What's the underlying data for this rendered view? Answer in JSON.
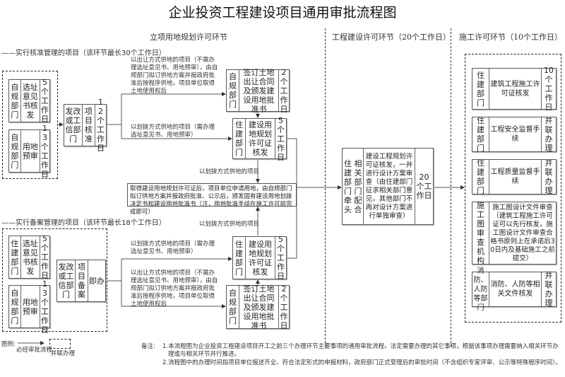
{
  "title": "企业投资工程建设项目通用审批流程图",
  "sections": {
    "s1": "立项用地规划许可环节",
    "s2": "工程建设许可环节（20个工作日）",
    "s3": "施工许可环节（10个工作日）"
  },
  "approval": {
    "heading": "——实行核准管理的项目（该环节最长30个工作日）",
    "b1": [
      "自规部门",
      "选址意见书核发",
      "5个工作日"
    ],
    "b2": [
      "自规部门",
      "用地预审",
      "13个工作日"
    ],
    "b3": [
      "发改或工信部门",
      "项目核准",
      "12个工作日"
    ],
    "t_transfer": "以出让方式供地的项目（不需办理选址意见书、用地预审），由自规部门拟订供地方案并报政府批准后按程序供地，项目单位取得土地使用权后",
    "t_alloc": "以划拨方式供地的项目（需办理选址意见书、用地预审）",
    "b4": [
      "自规部门",
      "签订土地出让合同及颁发建设用地批准书",
      "2个工作日"
    ],
    "b5": [
      "住建部门",
      "建设用地规划许可证核发",
      "5个工作日"
    ],
    "t_down": "以划拨方式供地的项目"
  },
  "center_box": "取得建设用地规划许可证后，项目单位申请用地，由自规部门拟订供地方案并报政府批准、公示后，颁发国有建设用地划拨决定书和建设用地批准书（注，用地批准手续在施工许可前完成即可）",
  "record": {
    "heading": "——实行备案管理的项目（该环节最长18个工作日）",
    "t_up": "以划拨方式供地的项目",
    "b1": [
      "住建部门",
      "选址意见书核发",
      "5个工作日"
    ],
    "b2": [
      "自规部门",
      "用地预审",
      "13个工作日"
    ],
    "b3": [
      "发改或工信部门",
      "项目备案",
      "即办"
    ],
    "t_alloc": "以划拨方式供地的项目（需办理选址意见书、用地预审）",
    "t_transfer": "以出让方式供地的项目（不需办理选址意见书、用地预审），由自规部门拟订供地方案并报政府批准后按程序供地，项目单位取得土地使用权后",
    "b5": [
      "住建部门",
      "建设用地规划许可证核发",
      "5个工作日"
    ],
    "b4": [
      "自规部门",
      "签订土地出让合同及颁发建设用地批准书",
      "2个工作日"
    ]
  },
  "engineering": {
    "lead": "住建部门牵头",
    "assist": "相关部门配合",
    "task": "建设工程规划许可证核发，一并进行设计方案审查（由住建部门征求相关部门意见，其他部门不再对设计方案进行单独审查）",
    "days": "20个工作日"
  },
  "construction": [
    [
      "住建部门",
      "建筑工程施工许可证核发",
      "10个工作日"
    ],
    [
      "住建部门",
      "工程安全监督手续",
      "并联办理"
    ],
    [
      "住建部门",
      "工程质量监督手续",
      "并联办理"
    ],
    [
      "施工图审查机构",
      "施工图设计文件审查（建筑工程施工许可证可以先行核发，施工图设计文件审查合格书原则上在承诺后30日内及基础施工之前提交）"
    ],
    [
      "消防、人防等部门",
      "消防、人防等相关文件核发",
      "并联办理"
    ]
  ],
  "legend": {
    "label": "图例:",
    "arrow": "必经审批流程",
    "dashed": "并联办理"
  },
  "notes": {
    "label": "备注:",
    "n1": "1.本流程图为企业投资工程建设项目开工之前三个办理环节主要事项的通用审批流程。法定需要办理的其它事项，根据该事项办理需要纳入相关环节办理或与相关环节并行推进。",
    "n2": "2.流程图中的办理时间指项目单位报送齐全、符合法定形式的申报材料，政府部门正式受理后的审批时间（不含组织专家评审、公示等特殊程序时间）。"
  }
}
